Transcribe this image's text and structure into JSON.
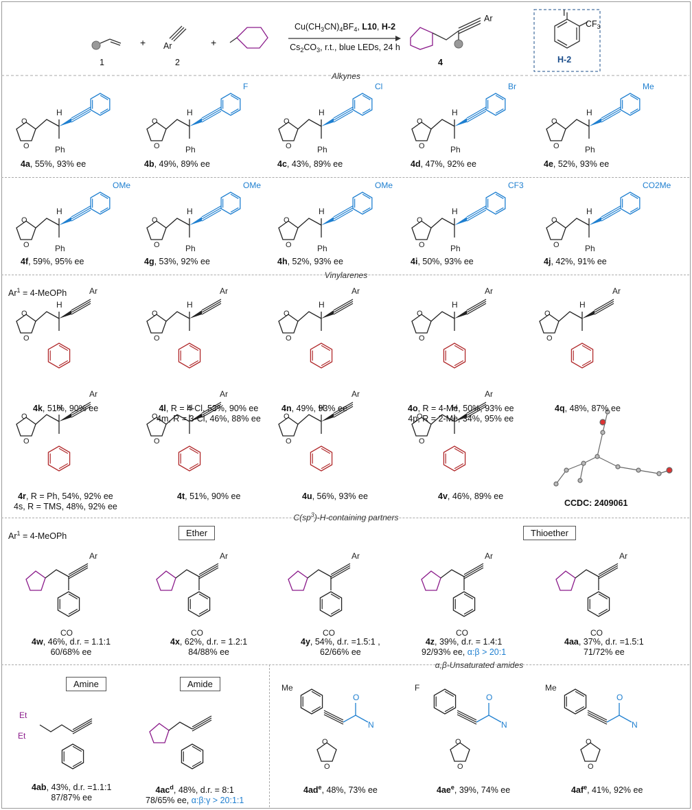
{
  "header": {
    "cpd1": "1",
    "cpd2": "2",
    "cpd4": "4",
    "ar": "Ar",
    "conditions_top": "Cu(CH3CN)4BF4, L10, H-2",
    "conditions_bottom": "Cs2CO3, r.t., blue LEDs, 24 h",
    "h2_label": "H-2",
    "cf3": "CF3",
    "iodo": "I"
  },
  "sections": {
    "alkynes": "Alkynes",
    "vinylarenes": "Vinylarenes",
    "csp3": "C(sp3)-H-containing partners",
    "amides": "α,β-Unsaturated amides"
  },
  "tags": {
    "ether": "Ether",
    "thioether": "Thioether",
    "amine": "Amine",
    "amide": "Amide"
  },
  "ar1_def": "Ar1 = 4-MeOPh",
  "ccdc": "CCDC: 2409061",
  "row1": [
    {
      "id": "4a",
      "text": ", 55%, 93% ee",
      "sub": ""
    },
    {
      "id": "4b",
      "text": ", 49%, 89%  ee",
      "sub": "F"
    },
    {
      "id": "4c",
      "text": ", 43%, 89% ee",
      "sub": "Cl"
    },
    {
      "id": "4d",
      "text": ", 47%, 92% ee",
      "sub": "Br"
    },
    {
      "id": "4e",
      "text": ", 52%, 93% ee",
      "sub": "Me"
    }
  ],
  "row2": [
    {
      "id": "4f",
      "text": ", 59%, 95% ee",
      "sub": "OMe"
    },
    {
      "id": "4g",
      "text": ", 53%, 92% ee",
      "sub": "OMe"
    },
    {
      "id": "4h",
      "text": ", 52%, 93% ee",
      "sub": "OMe"
    },
    {
      "id": "4i",
      "text": ", 50%, 93% ee",
      "sub": "CF3"
    },
    {
      "id": "4j",
      "text": ", 42%, 91% ee",
      "sub": "CO2Me"
    }
  ],
  "row3": [
    {
      "id": "4k",
      "text": ", 51%, 90% ee",
      "line2": ""
    },
    {
      "id": "4l",
      "text": ", R = 4-Cl, 53%, 90% ee",
      "line2": "4m, R = 3-Cl, 46%, 88% ee"
    },
    {
      "id": "4n",
      "text": ", 49%, 93% ee",
      "line2": ""
    },
    {
      "id": "4o",
      "text": ", R = 4-Me, 50%, 93% ee",
      "line2": "4p, R = 2-Me, 34%, 95% ee"
    },
    {
      "id": "4q",
      "text": ", 48%, 87% ee",
      "line2": ""
    }
  ],
  "row4": [
    {
      "id": "4r",
      "text": ", R = Ph, 54%, 92% ee",
      "line2": "4s, R = TMS, 48%, 92% ee"
    },
    {
      "id": "4t",
      "text": ", 51%, 90% ee",
      "line2": ""
    },
    {
      "id": "4u",
      "text": ", 56%, 93% ee",
      "line2": ""
    },
    {
      "id": "4v",
      "text": ", 46%, 89% ee",
      "line2": ""
    }
  ],
  "row5": [
    {
      "id": "4w",
      "text": ", 46%, d.r. = 1.1:1",
      "line2": "60/68% ee",
      "line3": ""
    },
    {
      "id": "4x",
      "text": ", 62%, d.r. = 1.2:1",
      "line2": "84/88% ee",
      "line3": ""
    },
    {
      "id": "4y",
      "text": ", 54%, d.r. =1.5:1 ,",
      "line2": "62/66% ee",
      "line3": ""
    },
    {
      "id": "4z",
      "text": ", 39%, d.r. = 1.4:1",
      "line2": "92/93% ee, ",
      "line3": "α:β > 20:1"
    },
    {
      "id": "4aa",
      "text": ", 37%, d.r. =1.5:1",
      "line2": "71/72% ee",
      "line3": ""
    }
  ],
  "row6": [
    {
      "id": "4ab",
      "sup": "",
      "text": ", 43%, d.r. =1.1:1",
      "line2": "87/87% ee",
      "line3": ""
    },
    {
      "id": "4ac",
      "sup": "d",
      "text": ", 48%, d.r. = 8:1",
      "line2": "78/65% ee, ",
      "line3": "α:β:γ > 20:1:1"
    },
    {
      "id": "4ad",
      "sup": "e",
      "text": ", 48%, 73% ee",
      "line2": "",
      "line3": ""
    },
    {
      "id": "4ae",
      "sup": "e",
      "text": ", 39%, 74% ee",
      "line2": "",
      "line3": ""
    },
    {
      "id": "4af",
      "sup": "e",
      "text": ", 41%, 92% ee",
      "line2": "",
      "line3": ""
    }
  ],
  "colors": {
    "blue": "#1e7fd0",
    "red": "#b0282a",
    "purple": "#8a1a8a"
  }
}
